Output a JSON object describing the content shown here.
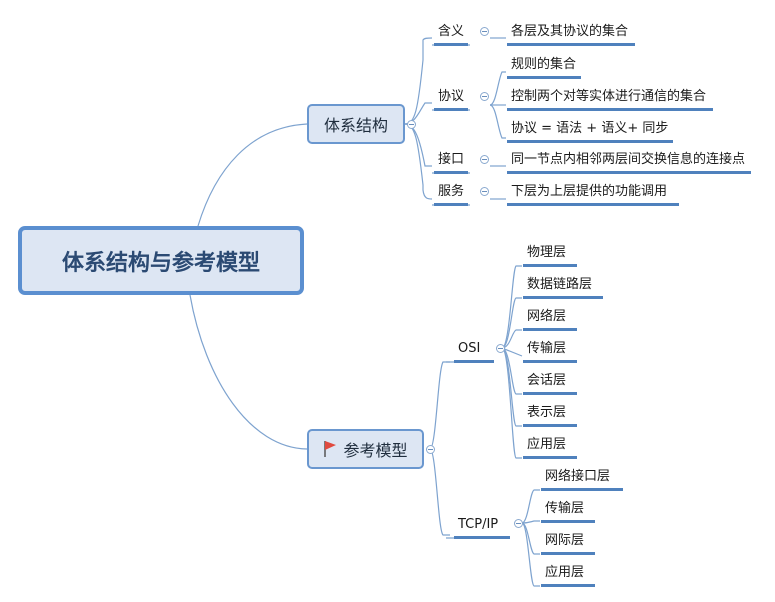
{
  "root": {
    "label": "体系结构与参考模型"
  },
  "branch1": {
    "label": "体系结构",
    "children": [
      {
        "label": "含义",
        "items": [
          "各层及其协议的集合"
        ]
      },
      {
        "label": "协议",
        "items": [
          "规则的集合",
          "控制两个对等实体进行通信的集合",
          "协议 = 语法 + 语义+ 同步"
        ]
      },
      {
        "label": "接口",
        "items": [
          "同一节点内相邻两层间交换信息的连接点"
        ]
      },
      {
        "label": "服务",
        "items": [
          "下层为上层提供的功能调用"
        ]
      }
    ]
  },
  "branch2": {
    "label": "参考模型",
    "flag_icon_color": "#e04a3f",
    "children": [
      {
        "label": "OSI",
        "items": [
          "物理层",
          "数据链路层",
          "网络层",
          "传输层",
          "会话层",
          "表示层",
          "应用层"
        ]
      },
      {
        "label": "TCP/IP",
        "items": [
          "网络接口层",
          "传输层",
          "网际层",
          "应用层"
        ]
      }
    ]
  },
  "colors": {
    "line": "#7ea3cf",
    "underline": "#4f81bd",
    "node_fill": "#dde6f3",
    "node_border": "#6a97cf"
  }
}
